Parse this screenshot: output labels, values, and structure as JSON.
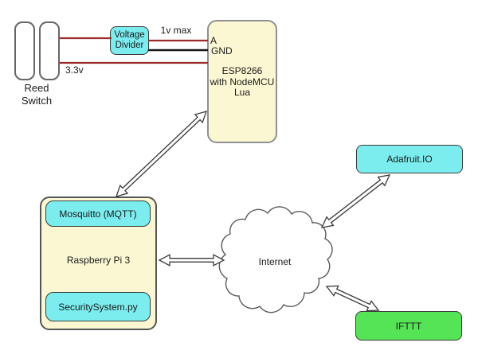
{
  "diagram": {
    "reed_switch": {
      "line1": "Reed",
      "line2": "Switch"
    },
    "voltage_divider": {
      "line1": "Voltage",
      "line2": "Divider"
    },
    "wires": {
      "analog_label": "1v max",
      "power_label": "3.3v"
    },
    "esp8266": {
      "pin_a": "A",
      "pin_gnd": "GND",
      "line1": "ESP8266",
      "line2": "with NodeMCU",
      "line3": "Lua"
    },
    "raspberry_pi": {
      "mqtt": "Mosquitto (MQTT)",
      "name": "Raspberry Pi 3",
      "script": "SecuritySystem.py"
    },
    "internet": {
      "name": "Internet"
    },
    "adafruit_io": {
      "name": "Adafruit.IO"
    },
    "ifttt": {
      "name": "IFTTT"
    },
    "colors": {
      "cyan": "#7BEDEF",
      "yellow": "#FBF7D2",
      "green": "#55E455",
      "wire_red": "#9B2B2B",
      "wire_black": "#141414",
      "outline": "#3C3C3C"
    }
  }
}
